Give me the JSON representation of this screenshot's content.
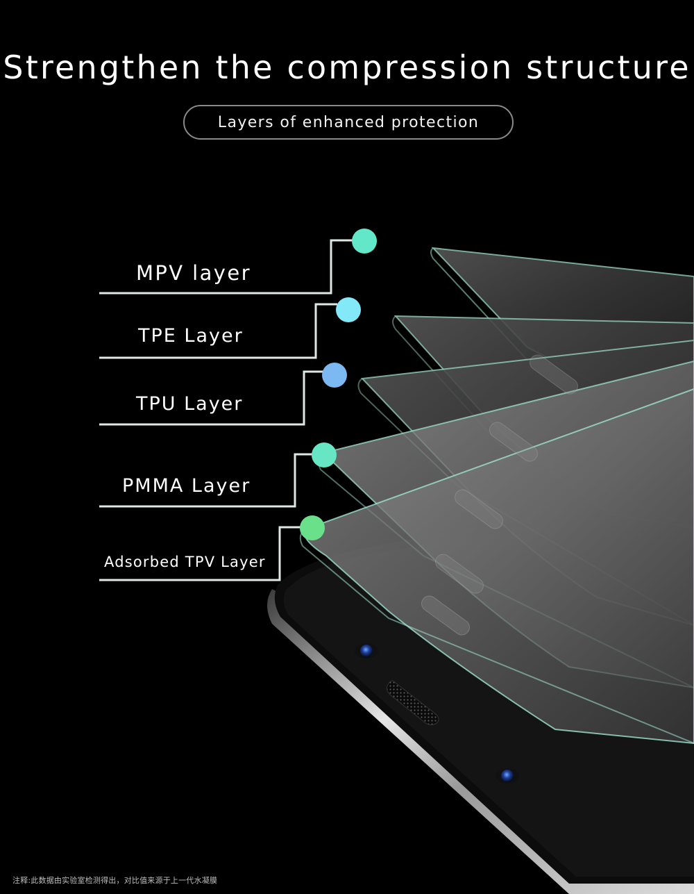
{
  "header": {
    "title": "Strengthen the compression structure",
    "subtitle": "Layers of enhanced protection"
  },
  "layers": [
    {
      "label": "MPV layer",
      "dot_color": "#63e7c9"
    },
    {
      "label": "TPE Layer",
      "dot_color": "#83e9f8"
    },
    {
      "label": "TPU Layer",
      "dot_color": "#7cb8f2"
    },
    {
      "label": "PMMA Layer",
      "dot_color": "#66e6c2"
    },
    {
      "label": "Adsorbed TPV Layer",
      "dot_color": "#6ae08a"
    }
  ],
  "colors": {
    "background": "#000000",
    "leader_line": "#dfe9e3",
    "film_edge": "#9fe2cf"
  },
  "footnote": "注释:此数据由实验室检测得出，对比值来源于上一代水凝膜"
}
